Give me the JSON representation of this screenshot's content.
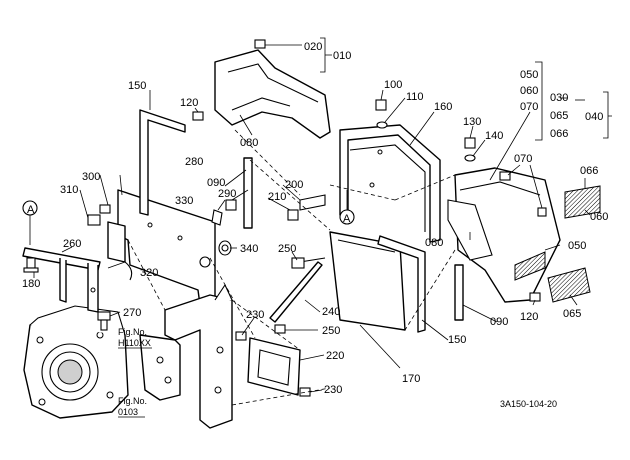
{
  "labels": {
    "p010": "010",
    "p020": "020",
    "p030": "030",
    "p040": "040",
    "p050a": "050",
    "p050b": "050",
    "p060a": "060",
    "p060b": "060",
    "p065a": "065",
    "p065b": "065",
    "p066a": "066",
    "p066b": "066",
    "p070a": "070",
    "p070b": "070",
    "p080a": "080",
    "p080b": "080",
    "p090a": "090",
    "p090b": "090",
    "p100": "100",
    "p110": "110",
    "p120a": "120",
    "p120b": "120",
    "p130": "130",
    "p140": "140",
    "p150a": "150",
    "p150b": "150",
    "p160": "160",
    "p170": "170",
    "p180": "180",
    "p200": "200",
    "p210": "210",
    "p220": "220",
    "p230a": "230",
    "p230b": "230",
    "p240": "240",
    "p250a": "250",
    "p250b": "250",
    "p260": "260",
    "p270": "270",
    "p280": "280",
    "p290": "290",
    "p300": "300",
    "p310": "310",
    "p320": "320",
    "p330": "330",
    "p340": "340",
    "refA1": "A",
    "refA2": "A",
    "fig1_title": "Fig.No.",
    "fig1_num": "H110XX",
    "fig2_title": "Fig.No.",
    "fig2_num": "0103",
    "drawing_code": "3A150-104-20"
  }
}
